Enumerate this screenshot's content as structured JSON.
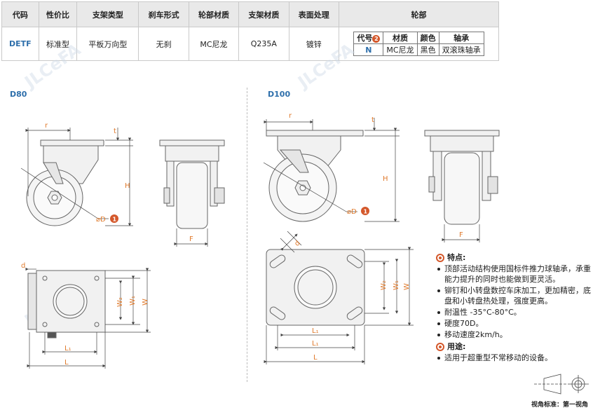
{
  "table": {
    "headers": [
      "代码",
      "性价比",
      "支架类型",
      "刹车形式",
      "轮部材质",
      "支架材质",
      "表面处理",
      "轮部"
    ],
    "row": {
      "code": "DETF",
      "value": "标准型",
      "bracket_type": "平板万向型",
      "brake": "无刹",
      "wheel_material": "MC尼龙",
      "bracket_material": "Q235A",
      "surface": "镀锌"
    },
    "wheel_sub": {
      "headers": [
        "代号",
        "材质",
        "颜色",
        "轴承"
      ],
      "badge": "2",
      "values": [
        "N",
        "MC尼龙",
        "黑色",
        "双滚珠轴承"
      ]
    }
  },
  "sections": {
    "left": "D80",
    "right": "D100"
  },
  "dimensions": {
    "r": "r",
    "t": "t",
    "H": "H",
    "D": "D",
    "D_badge": "1",
    "F": "F",
    "d": "d",
    "W2": "W₂",
    "W1": "W₁",
    "W": "W",
    "L1": "L₁",
    "L": "L"
  },
  "features": {
    "title": "特点:",
    "items": [
      "顶部活动结构使用国标件推力球轴承，承重能力提升的同时也能做到更灵活。",
      "铆钉和小转盘数控车床加工，更加精密，底盘和小转盘热处理，强度更高。",
      "耐温性 -35°C-80°C。",
      "硬度70D。",
      "移动速度2km/h。"
    ],
    "usage_title": "用途:",
    "usage_items": [
      "适用于超重型不常移动的设备。"
    ]
  },
  "view_standard": "视角标准：第一视角",
  "colors": {
    "accent": "#d4582b",
    "code_blue": "#2e6fab",
    "dimension": "#e07a2c"
  }
}
